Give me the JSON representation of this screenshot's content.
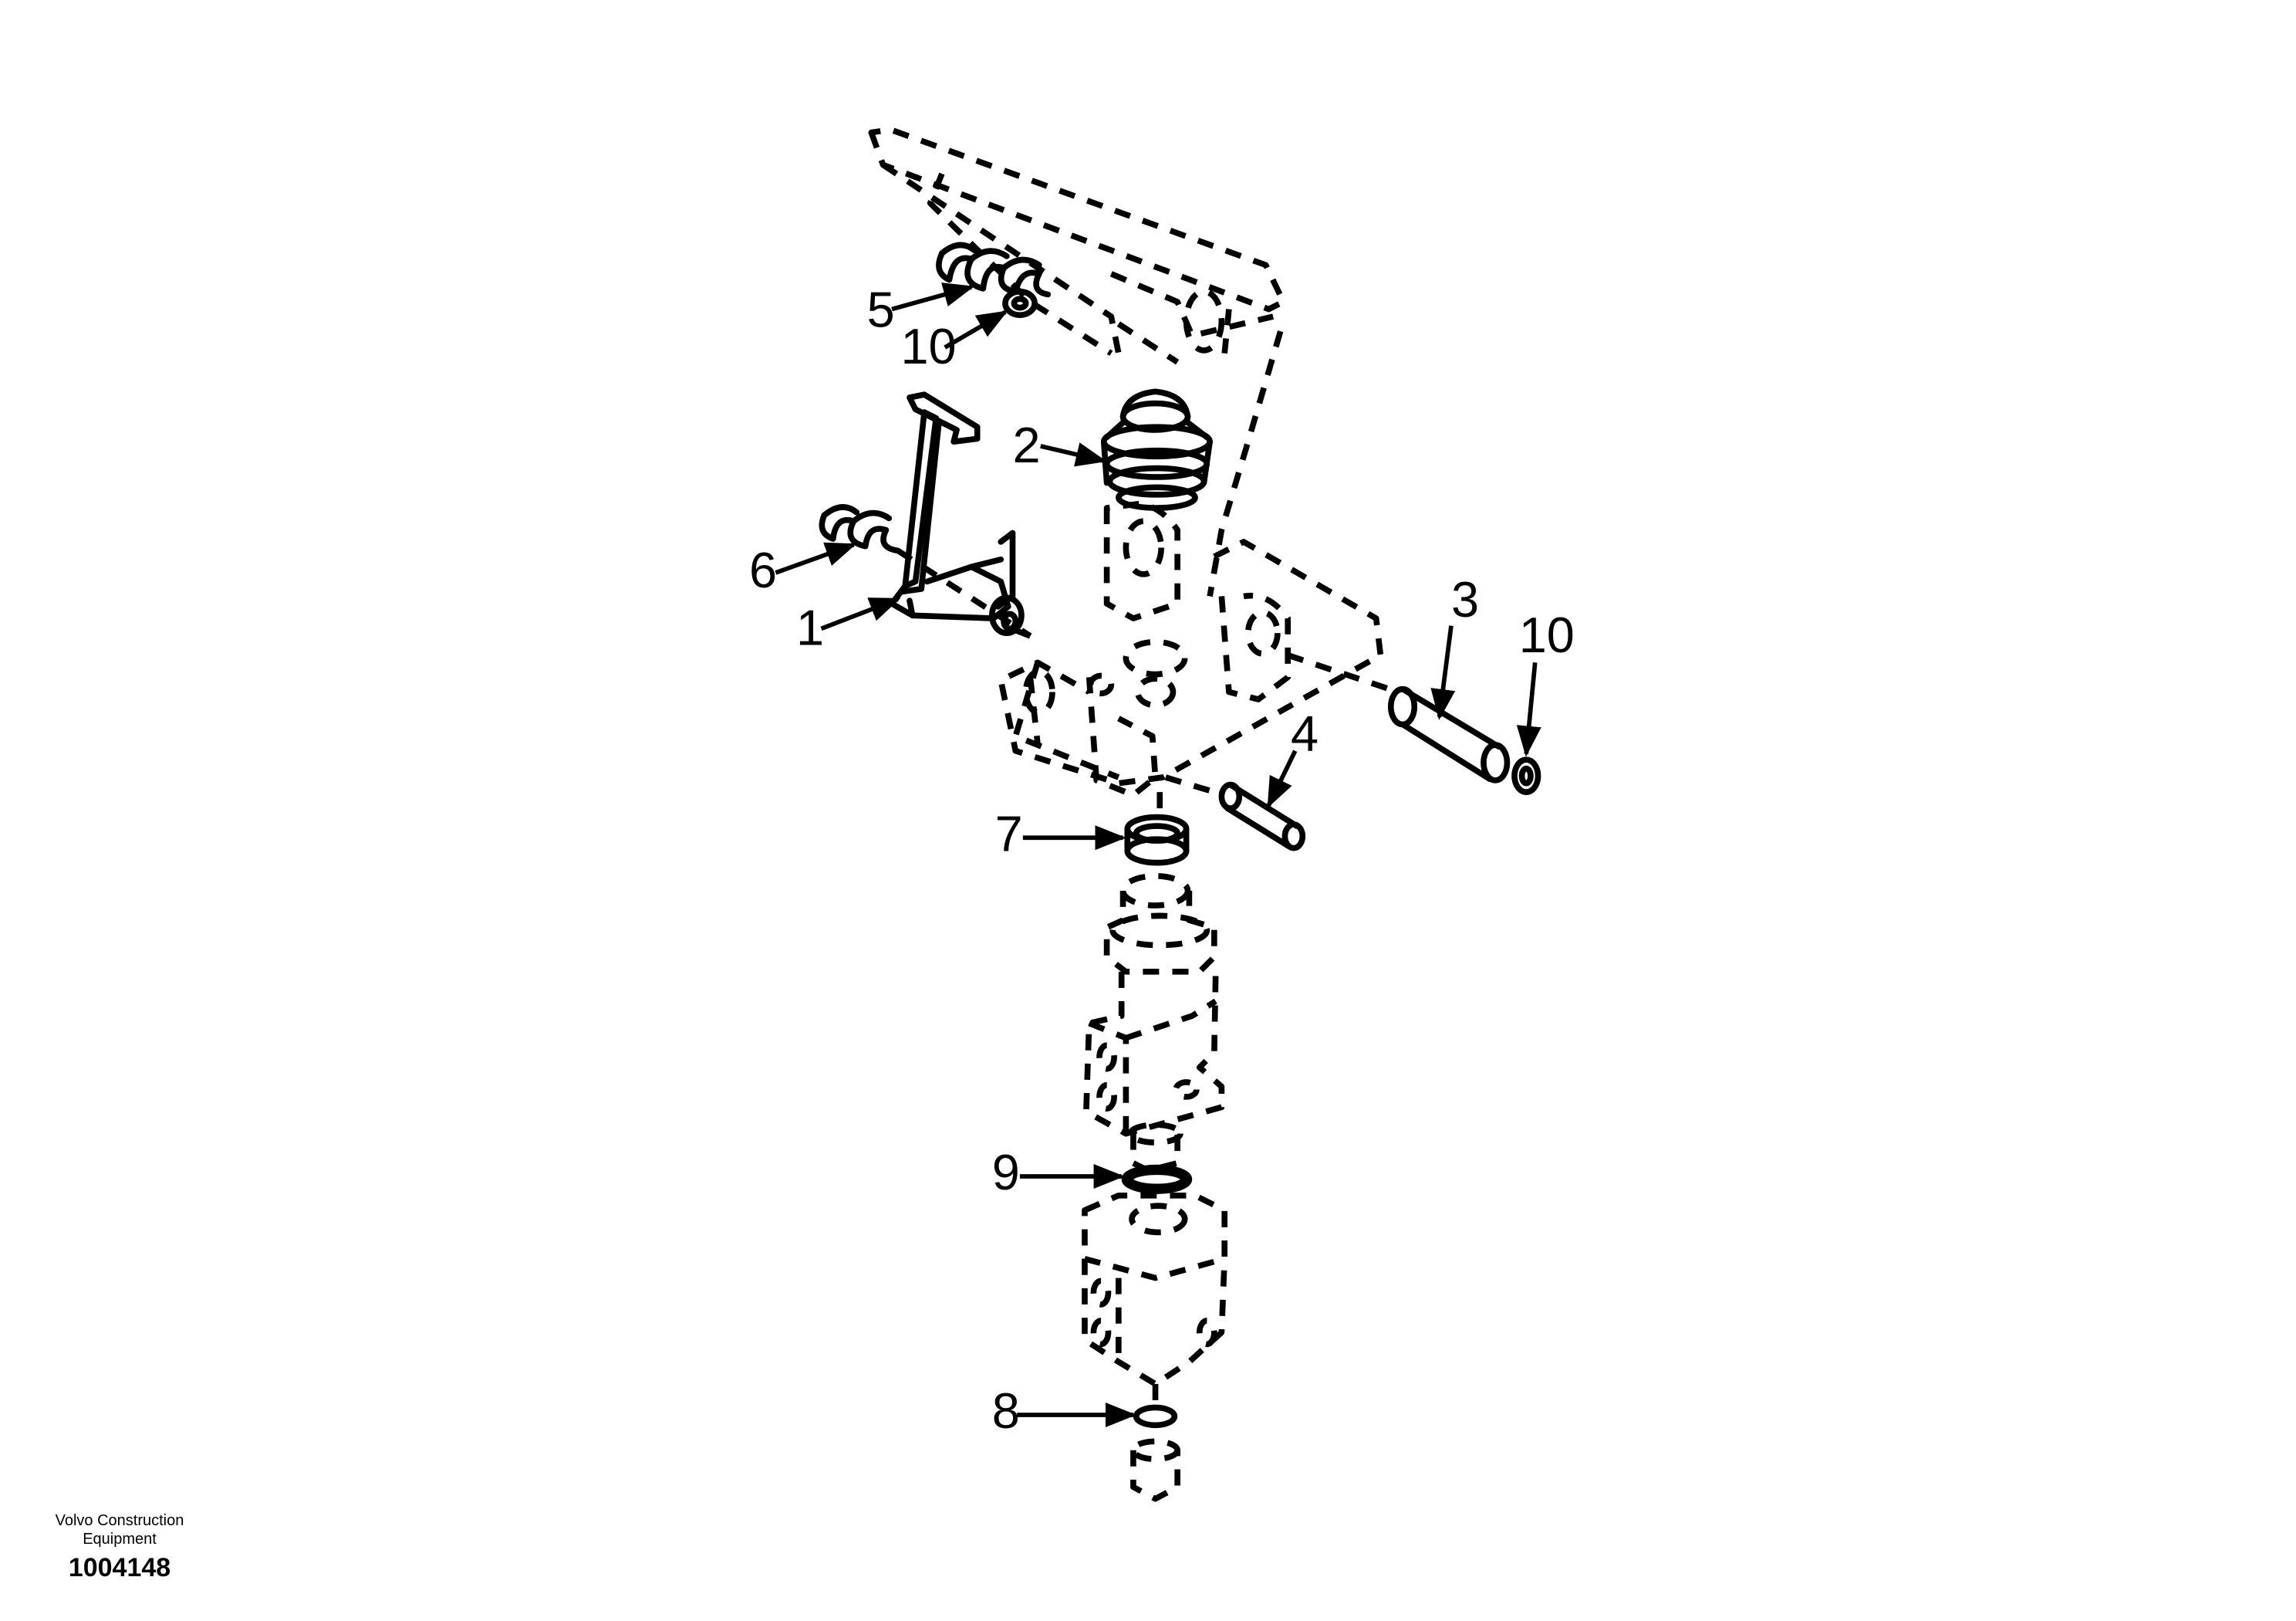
{
  "callouts": {
    "c1": "1",
    "c2": "2",
    "c3": "3",
    "c4": "4",
    "c5": "5",
    "c6": "6",
    "c7": "7",
    "c8": "8",
    "c9": "9",
    "c10a": "10",
    "c10b": "10"
  },
  "footer": {
    "brand_line1": "Volvo Construction",
    "brand_line2": "Equipment",
    "drawing_number": "1004148"
  }
}
